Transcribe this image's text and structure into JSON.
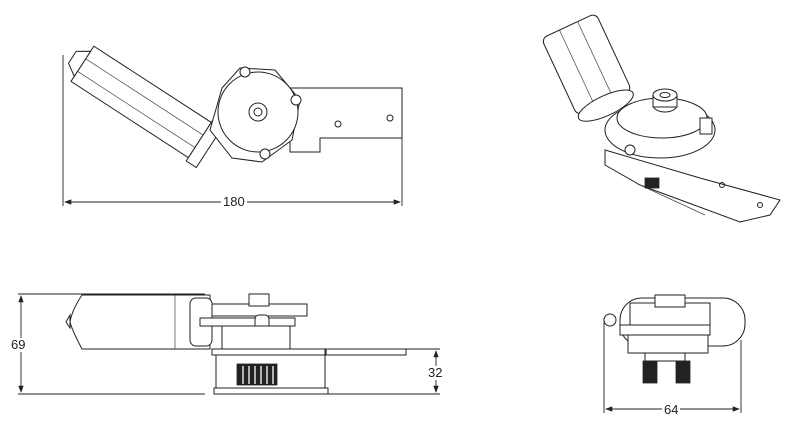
{
  "drawing": {
    "top_view": {
      "dimension_width": "180"
    },
    "front_view": {
      "dimension_total_height": "69",
      "dimension_plate_height": "32"
    },
    "side_view": {
      "dimension_width": "64"
    }
  }
}
